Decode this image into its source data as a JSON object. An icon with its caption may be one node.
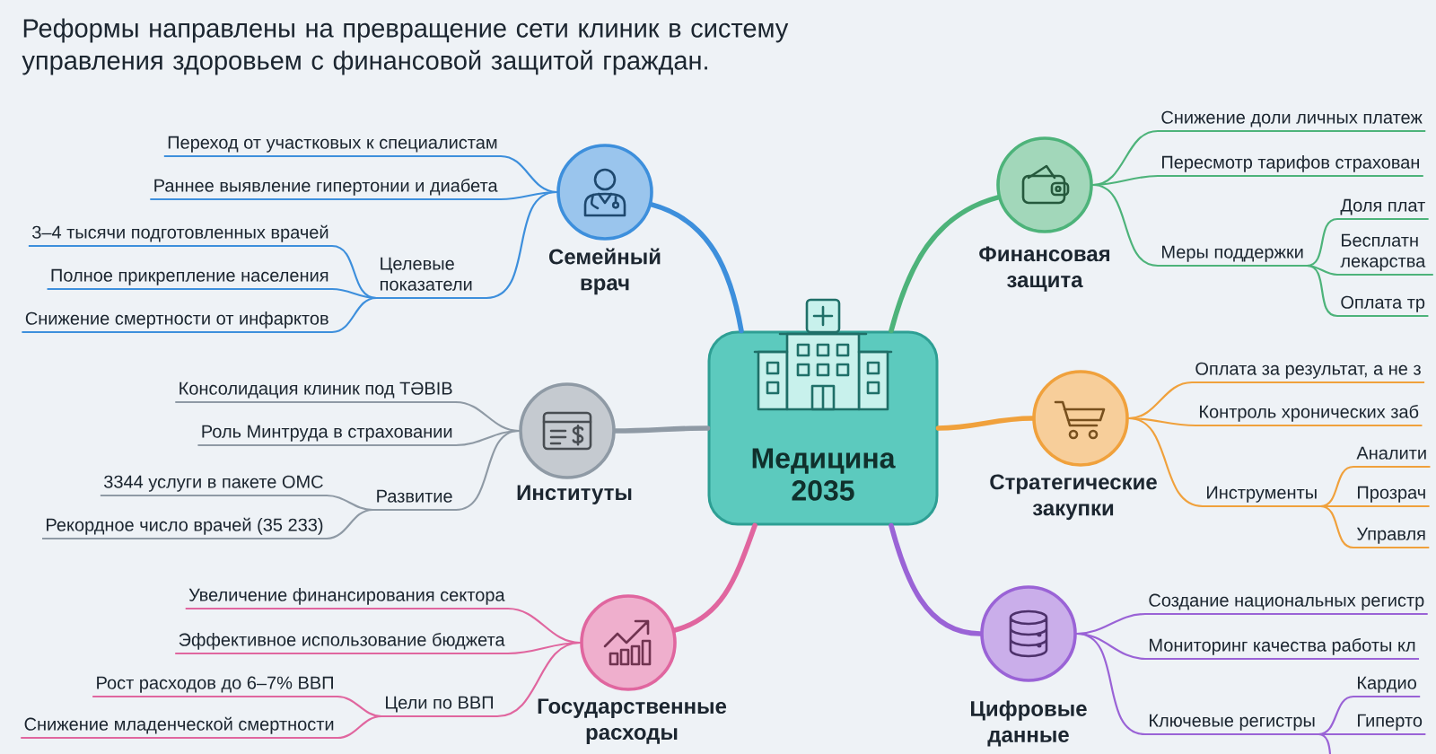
{
  "diagram": {
    "nodes": [
      {
        "text": [
          "Медицина 2035"
        ]
      },
      {
        "text": [
          "Семейный врач"
        ]
      },
      {
        "text": [
          "Переход от участковых к специалистам"
        ]
      },
      {
        "text": [
          "Раннее выявление гипертонии и диабета"
        ]
      },
      {
        "text": [
          "Целевые показатели"
        ]
      },
      {
        "text": [
          "3–4 тысячи подготовленных врачей"
        ]
      },
      {
        "text": [
          "Полное прикрепление населения"
        ]
      },
      {
        "text": [
          "Снижение смертности от инфарктов"
        ]
      },
      {
        "text": [
          "Институты"
        ]
      },
      {
        "text": [
          "Консолидация клиник под ТӘВІВ"
        ]
      },
      {
        "text": [
          "Роль Минтруда в страховании"
        ]
      },
      {
        "text": [
          "Развитие"
        ]
      },
      {
        "text": [
          "3344 услуги в пакете ОМС"
        ]
      },
      {
        "text": [
          "Рекордное число врачей (35 233)"
        ]
      },
      {
        "text": [
          "Государственные расходы"
        ]
      },
      {
        "text": [
          "Увеличение финансирования сектора"
        ]
      },
      {
        "text": [
          "Эффективное использование бюджета"
        ]
      },
      {
        "text": [
          "Цели по ВВП"
        ]
      },
      {
        "text": [
          "Рост расходов до 6–7% ВВП"
        ]
      },
      {
        "text": [
          "Снижение младенческой смертности"
        ]
      },
      {
        "text": [
          "Финансовая защита"
        ]
      },
      {
        "text": [
          "Снижение доли личных платеж"
        ]
      },
      {
        "text": [
          "Пересмотр тарифов страхован"
        ]
      },
      {
        "text": [
          "Меры поддержки"
        ]
      },
      {
        "text": [
          "Доля плат"
        ]
      },
      {
        "text": [
          "Бесплатн лекарства"
        ]
      },
      {
        "text": [
          "Оплата тр"
        ]
      },
      {
        "text": [
          "Стратегические закупки"
        ]
      },
      {
        "text": [
          "Оплата за результат, а не з"
        ]
      },
      {
        "text": [
          "Контроль хронических заб"
        ]
      },
      {
        "text": [
          "Инструменты"
        ]
      },
      {
        "text": [
          "Аналити"
        ]
      },
      {
        "text": [
          "Прозрач"
        ]
      },
      {
        "text": [
          "Управля"
        ]
      },
      {
        "text": [
          "Цифровые данные"
        ]
      },
      {
        "text": [
          "Создание национальных регистр"
        ]
      },
      {
        "text": [
          "Мониторинг качества работы кл"
        ]
      },
      {
        "text": [
          "Ключевые регистры"
        ]
      },
      {
        "text": [
          "Кардио"
        ]
      },
      {
        "text": [
          "Гиперто"
        ]
      }
    ],
    "edges": [
      {
        "from": 0,
        "to": 1,
        "arrow": "none",
        "style": "thick",
        "color": "#3d8fdc"
      },
      {
        "from": 1,
        "to": 2,
        "arrow": "none",
        "color": "#3d8fdc"
      },
      {
        "from": 1,
        "to": 3,
        "arrow": "none",
        "color": "#3d8fdc"
      },
      {
        "from": 1,
        "to": 4,
        "arrow": "none",
        "color": "#3d8fdc"
      },
      {
        "from": 4,
        "to": 5,
        "arrow": "none",
        "color": "#3d8fdc"
      },
      {
        "from": 4,
        "to": 6,
        "arrow": "none",
        "color": "#3d8fdc"
      },
      {
        "from": 4,
        "to": 7,
        "arrow": "none",
        "color": "#3d8fdc"
      },
      {
        "from": 0,
        "to": 8,
        "arrow": "none",
        "style": "thick",
        "color": "#8f9aa5"
      },
      {
        "from": 8,
        "to": 9,
        "arrow": "none",
        "color": "#8f9aa5"
      },
      {
        "from": 8,
        "to": 10,
        "arrow": "none",
        "color": "#8f9aa5"
      },
      {
        "from": 8,
        "to": 11,
        "arrow": "none",
        "color": "#8f9aa5"
      },
      {
        "from": 11,
        "to": 12,
        "arrow": "none",
        "color": "#8f9aa5"
      },
      {
        "from": 11,
        "to": 13,
        "arrow": "none",
        "color": "#8f9aa5"
      },
      {
        "from": 0,
        "to": 14,
        "arrow": "none",
        "style": "thick",
        "color": "#e0669f"
      },
      {
        "from": 14,
        "to": 15,
        "arrow": "none",
        "color": "#e0669f"
      },
      {
        "from": 14,
        "to": 16,
        "arrow": "none",
        "color": "#e0669f"
      },
      {
        "from": 14,
        "to": 17,
        "arrow": "none",
        "color": "#e0669f"
      },
      {
        "from": 17,
        "to": 18,
        "arrow": "none",
        "color": "#e0669f"
      },
      {
        "from": 17,
        "to": 19,
        "arrow": "none",
        "color": "#e0669f"
      },
      {
        "from": 0,
        "to": 20,
        "arrow": "none",
        "style": "thick",
        "color": "#4db37a"
      },
      {
        "from": 20,
        "to": 21,
        "arrow": "none",
        "color": "#4db37a"
      },
      {
        "from": 20,
        "to": 22,
        "arrow": "none",
        "color": "#4db37a"
      },
      {
        "from": 20,
        "to": 23,
        "arrow": "none",
        "color": "#4db37a"
      },
      {
        "from": 23,
        "to": 24,
        "arrow": "none",
        "color": "#4db37a"
      },
      {
        "from": 23,
        "to": 25,
        "arrow": "none",
        "color": "#4db37a"
      },
      {
        "from": 23,
        "to": 26,
        "arrow": "none",
        "color": "#4db37a"
      },
      {
        "from": 0,
        "to": 27,
        "arrow": "none",
        "style": "thick",
        "color": "#f0a13c"
      },
      {
        "from": 27,
        "to": 28,
        "arrow": "none",
        "color": "#f0a13c"
      },
      {
        "from": 27,
        "to": 29,
        "arrow": "none",
        "color": "#f0a13c"
      },
      {
        "from": 27,
        "to": 30,
        "arrow": "none",
        "color": "#f0a13c"
      },
      {
        "from": 30,
        "to": 31,
        "arrow": "none",
        "color": "#f0a13c"
      },
      {
        "from": 30,
        "to": 32,
        "arrow": "none",
        "color": "#f0a13c"
      },
      {
        "from": 30,
        "to": 33,
        "arrow": "none",
        "color": "#f0a13c"
      },
      {
        "from": 0,
        "to": 34,
        "arrow": "none",
        "style": "thick",
        "color": "#9a63d6"
      },
      {
        "from": 34,
        "to": 35,
        "arrow": "none",
        "color": "#9a63d6"
      },
      {
        "from": 34,
        "to": 36,
        "arrow": "none",
        "color": "#9a63d6"
      },
      {
        "from": 34,
        "to": 37,
        "arrow": "none",
        "color": "#9a63d6"
      },
      {
        "from": 37,
        "to": 38,
        "arrow": "none",
        "color": "#9a63d6"
      },
      {
        "from": 37,
        "to": 39,
        "arrow": "none",
        "color": "#9a63d6"
      },
      {
        "from": 37,
        "to": null,
        "arrow": "none",
        "color": "#9a63d6"
      }
    ],
    "labels": [
      "Реформы направлены на превращение сети клиник в систему управления здоровьем с финансовой защитой граждан."
    ]
  }
}
